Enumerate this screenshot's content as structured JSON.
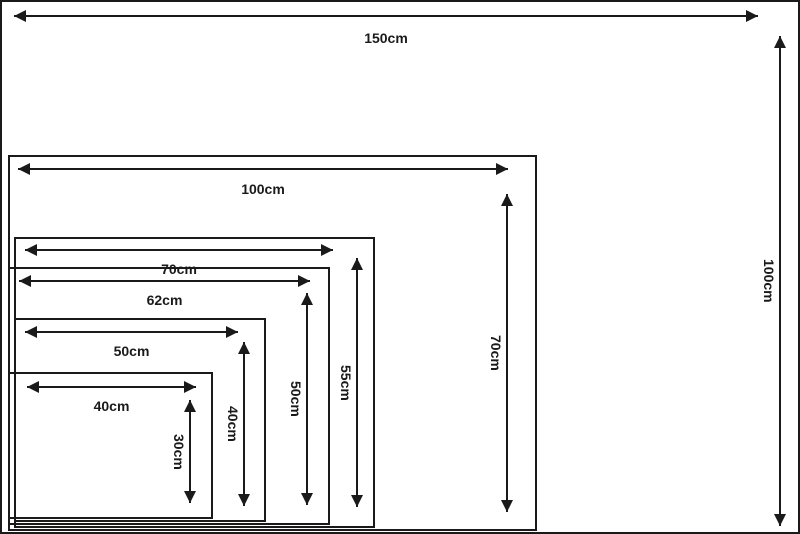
{
  "diagram": {
    "background": "#ffffff",
    "line_color": "#1a1a1a",
    "description_unit": "cm",
    "sizes": [
      {
        "width_label": "150cm",
        "height_label": "100cm"
      },
      {
        "width_label": "100cm",
        "height_label": "70cm"
      },
      {
        "width_label": "70cm",
        "height_label": "55cm"
      },
      {
        "width_label": "62cm",
        "height_label": "50cm"
      },
      {
        "width_label": "50cm",
        "height_label": "40cm"
      },
      {
        "width_label": "40cm",
        "height_label": "30cm"
      }
    ]
  }
}
